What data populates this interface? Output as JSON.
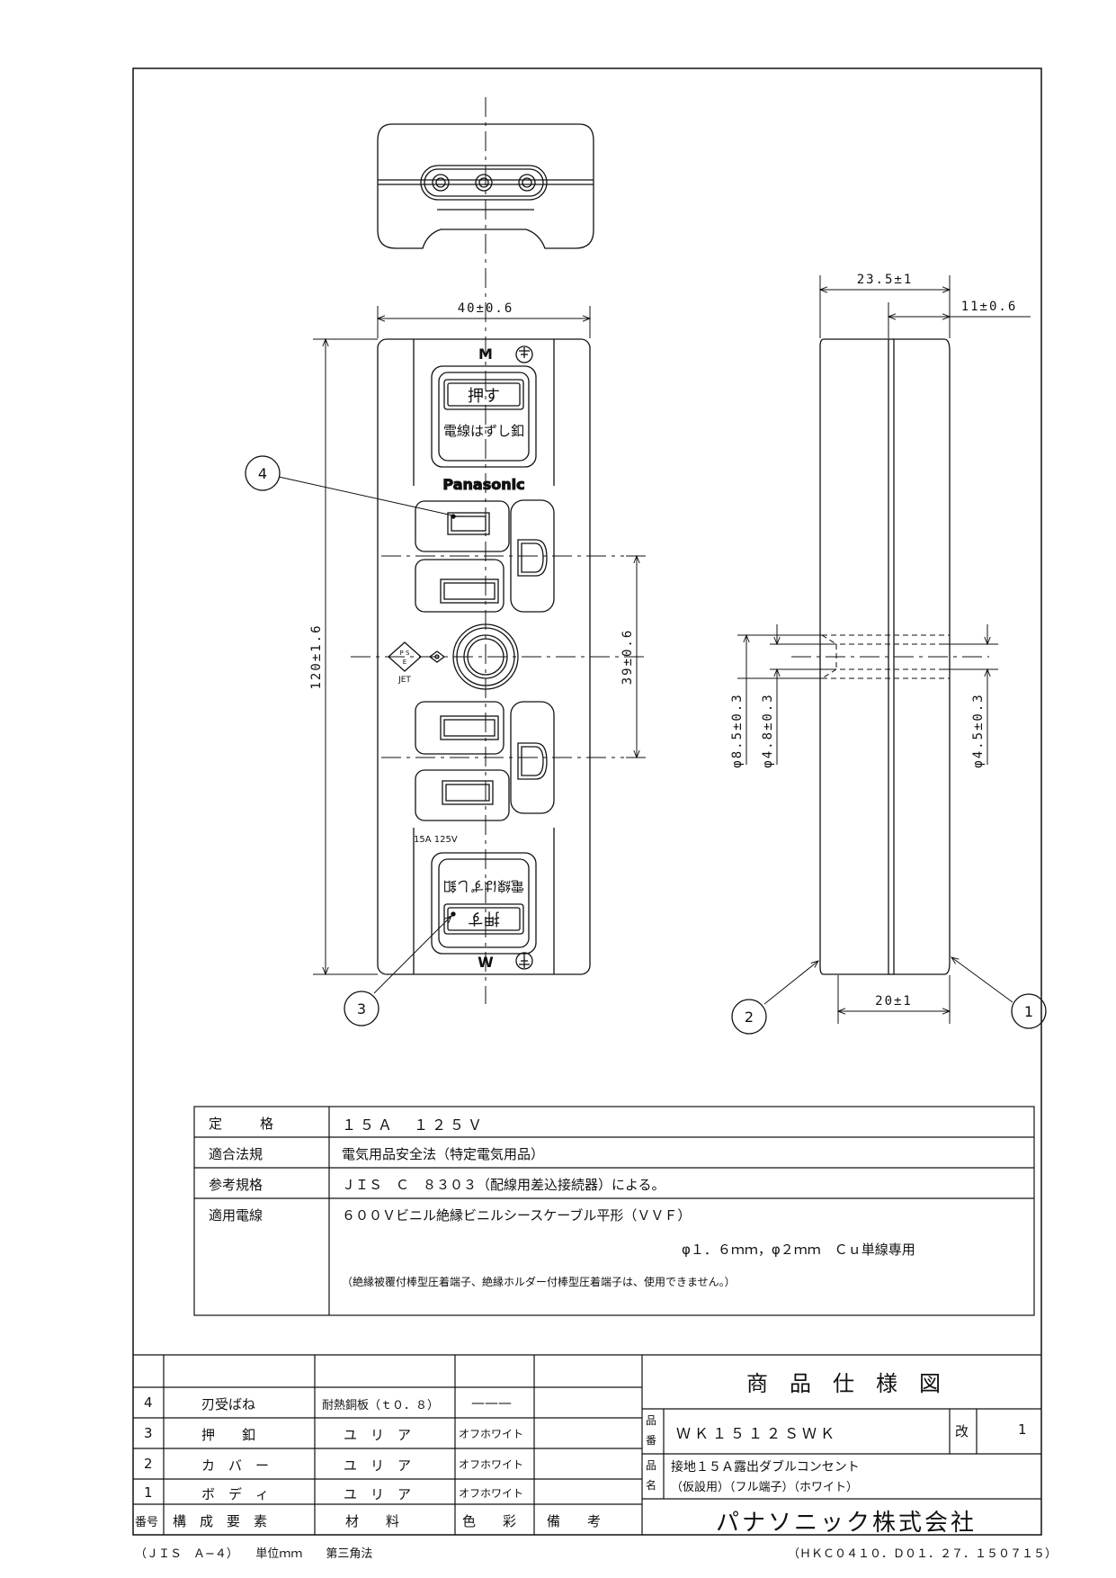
{
  "drawing": {
    "brand": "Panasonic",
    "top_mark": "M",
    "bottom_mark": "W",
    "push_label": "押す",
    "release_label": "電線はずし釦",
    "rating_mark": "15A 125V",
    "pse_top": "P S",
    "pse_bottom": "E",
    "jet": "JET",
    "dims": {
      "width": "40±0.6",
      "height": "120±1.6",
      "pitch": "39±0.6",
      "depth_total": "23.5±1",
      "depth_cover": "11±0.6",
      "depth_body": "20±1",
      "hole_outer": "φ8.5±0.3",
      "hole_inner": "φ4.8±0.3",
      "hole_right": "φ4.5±0.3"
    },
    "callouts": [
      "1",
      "2",
      "3",
      "4"
    ]
  },
  "spec_table": [
    {
      "label": "定　　格",
      "value": "１５Ａ　１２５Ｖ"
    },
    {
      "label": "適合法規",
      "value": "電気用品安全法（特定電気用品）"
    },
    {
      "label": "参考規格",
      "value": "ＪＩＳ　Ｃ　８３０３（配線用差込接続器）による。"
    },
    {
      "label": "適用電線",
      "value": "６００Ｖビニル絶縁ビニルシースケーブル平形（ＶＶＦ）",
      "value2": "φ１．６ｍｍ，φ２ｍｍ　Ｃｕ単線専用",
      "note": "（絶縁被覆付棒型圧着端子、絶縁ホルダー付棒型圧着端子は、使用できません。）"
    }
  ],
  "parts": {
    "header": {
      "no": "番号",
      "component": "構　成　要　素",
      "material": "材　　料",
      "color": "色　　彩",
      "remark": "備　　考"
    },
    "rows": [
      {
        "no": "4",
        "component": "刃受ばね",
        "material": "耐熱銅板（ｔ０．８）",
        "color": "———",
        "remark": ""
      },
      {
        "no": "3",
        "component": "押　　釦",
        "material": "ユ　リ　ア",
        "color": "オフホワイト",
        "remark": ""
      },
      {
        "no": "2",
        "component": "カ　バ　ー",
        "material": "ユ　リ　ア",
        "color": "オフホワイト",
        "remark": ""
      },
      {
        "no": "1",
        "component": "ボ　デ　ィ",
        "material": "ユ　リ　ア",
        "color": "オフホワイト",
        "remark": ""
      }
    ]
  },
  "title_block": {
    "title": "商　品　仕　様　図",
    "part_no_label_1": "品",
    "part_no_label_2": "番",
    "part_no": "ＷＫ１５１２ＳＷＫ",
    "rev_label": "改",
    "rev": "1",
    "name_label_1": "品",
    "name_label_2": "名",
    "name_line1": "接地１５Ａ露出ダブルコンセント",
    "name_line2": "（仮設用）（フル端子）（ホワイト）",
    "company": "パナソニック株式会社"
  },
  "footer": {
    "left": "（ＪＩＳ　Ａ−４）　　単位ｍｍ　　第三角法",
    "right": "（ＨＫＣ０４１０．Ｄ０１．２７．１５０７１５）"
  }
}
